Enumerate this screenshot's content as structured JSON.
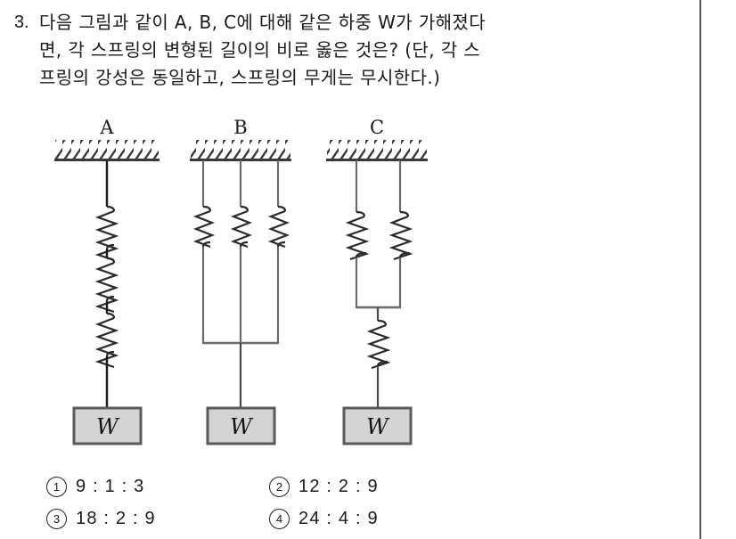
{
  "question": {
    "number": "3.",
    "lines": [
      "다음 그림과 같이 A, B, C에 대해 같은 하중 W가 가해졌다",
      "면, 각 스프링의 변형된 길이의 비로 옳은 것은? (단, 각 스",
      "프링의 강성은 동일하고, 스프링의 무게는 무시한다.)"
    ]
  },
  "figure": {
    "diagrams": [
      {
        "label": "A",
        "arrangement": "three-springs-in-series",
        "spring_count": 3,
        "load_label": "W"
      },
      {
        "label": "B",
        "arrangement": "three-springs-in-parallel",
        "spring_count": 3,
        "load_label": "W"
      },
      {
        "label": "C",
        "arrangement": "two-springs-in-parallel-plus-one-in-series",
        "spring_count": 3,
        "load_label": "W"
      }
    ],
    "colors": {
      "line": "#4a4a4a",
      "dark_line": "#1a1a1a",
      "ceiling_hatch": "#3a3a3a",
      "weight_fill": "#d4d4d4",
      "weight_border": "#5a5a5a"
    }
  },
  "choices": [
    {
      "mark": "1",
      "text": "9 : 1 : 3"
    },
    {
      "mark": "2",
      "text": "12 : 2 : 9"
    },
    {
      "mark": "3",
      "text": "18 : 2 : 9"
    },
    {
      "mark": "4",
      "text": "24 : 4 : 9"
    }
  ]
}
